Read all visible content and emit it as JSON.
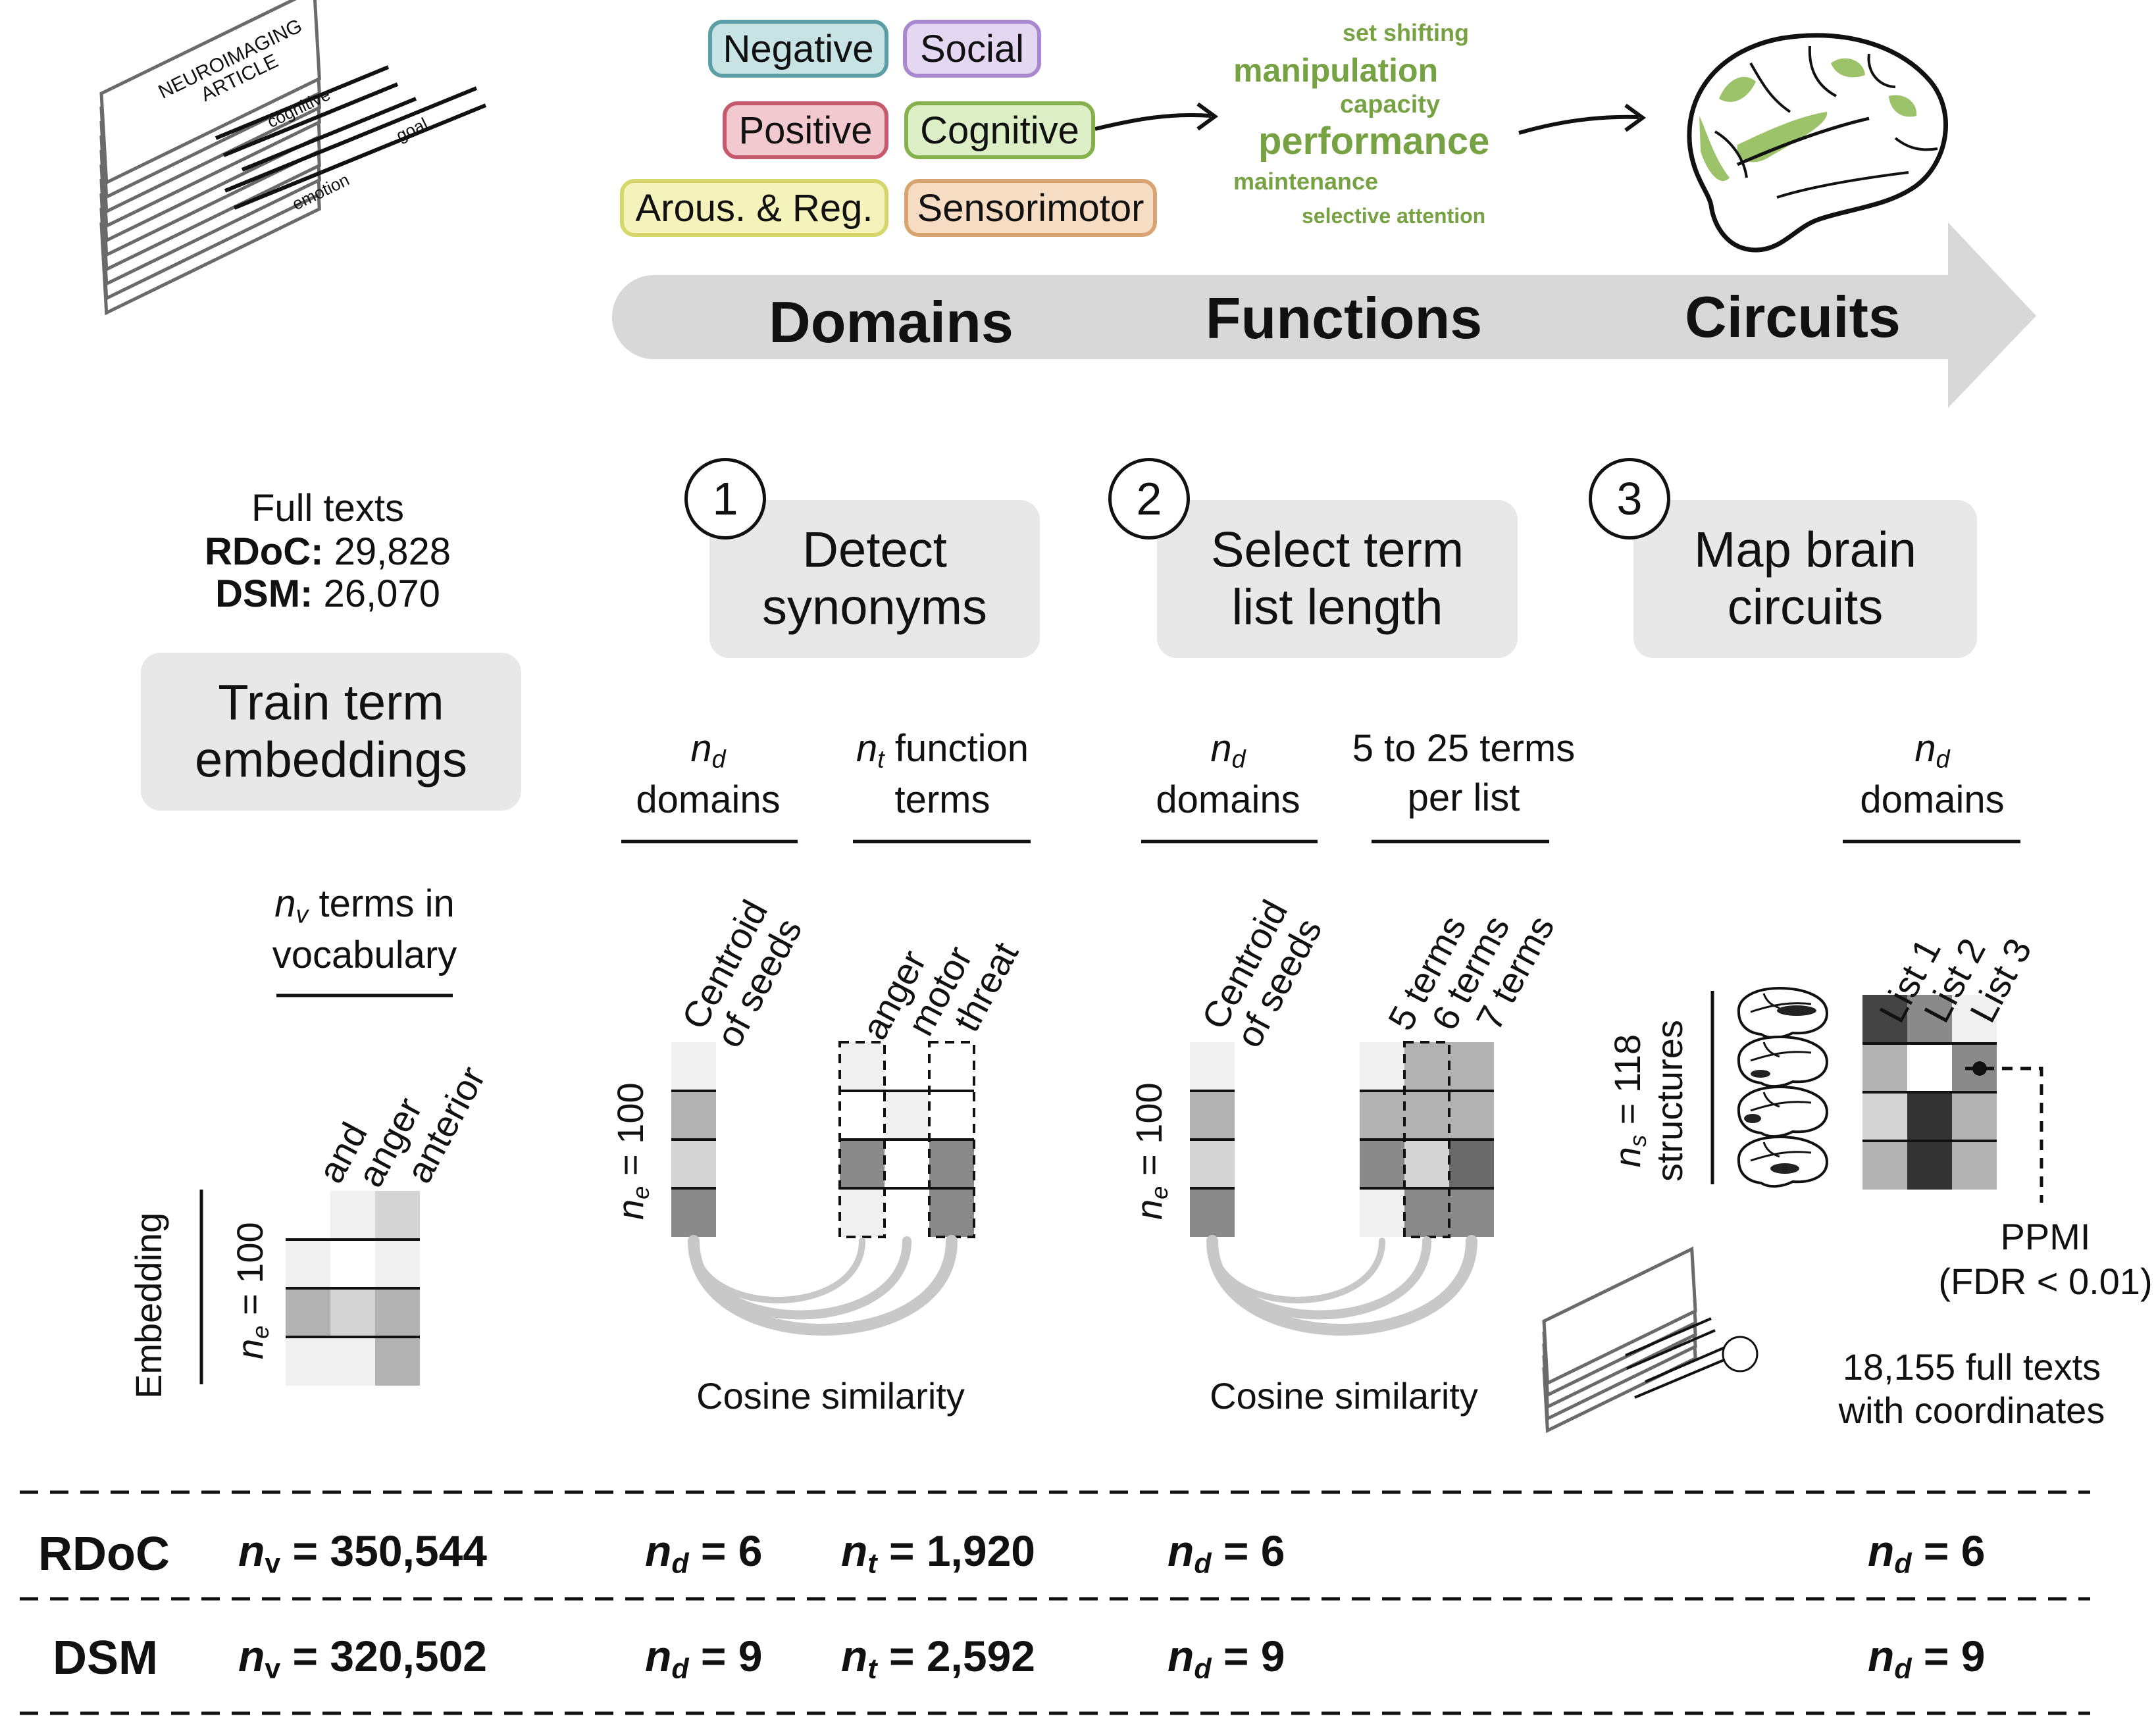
{
  "domain_tags": [
    {
      "label": "Negative",
      "color": "#5b9ea6",
      "fill": "#c7e3e4"
    },
    {
      "label": "Social",
      "color": "#a988cf",
      "fill": "#e3d7f2"
    },
    {
      "label": "Positive",
      "color": "#c45a6b",
      "fill": "#f2c9cf"
    },
    {
      "label": "Cognitive",
      "color": "#86b24e",
      "fill": "#dcefc6"
    },
    {
      "label": "Arous. & Reg.",
      "color": "#d7d66a",
      "fill": "#f3f3bb"
    },
    {
      "label": "Sensorimotor",
      "color": "#d8a572",
      "fill": "#f6dcc3"
    }
  ],
  "word_cloud": [
    "set shifting",
    "manipulation",
    "capacity",
    "performance",
    "maintenance",
    "selective attention"
  ],
  "word_cloud_color": "#77a243",
  "brain_highlight_color": "#9cc26a",
  "arrow_labels": {
    "domains": "Domains",
    "functions": "Functions",
    "circuits": "Circuits"
  },
  "doc_stack": {
    "title_line1": "NEUROIMAGING",
    "title_line2": "ARTICLE",
    "words": [
      "cognitive",
      "goal",
      "emotion"
    ]
  },
  "corpus": {
    "title": "Full texts",
    "rdoc_label": "RDoC:",
    "rdoc_value": "29,828",
    "dsm_label": "DSM:",
    "dsm_value": "26,070"
  },
  "train_box": {
    "line1": "Train term",
    "line2": "embeddings"
  },
  "steps": [
    {
      "number": "1",
      "line1": "Detect",
      "line2": "synonyms"
    },
    {
      "number": "2",
      "line1": "Select term",
      "line2": "list length"
    },
    {
      "number": "3",
      "line1": "Map brain",
      "line2": "circuits"
    }
  ],
  "embedding": {
    "header_sym": "n",
    "header_sub": "v",
    "header_rest": " terms in",
    "header_line2": "vocabulary",
    "col_labels": [
      "and",
      "anger",
      "anterior"
    ],
    "side_label": "Embedding",
    "ne_sym": "n",
    "ne_sub": "e",
    "ne_rest": " = 100",
    "matrix": [
      [
        0,
        1,
        2
      ],
      [
        1,
        0,
        1
      ],
      [
        3,
        2,
        3
      ],
      [
        1,
        1,
        3
      ]
    ]
  },
  "step1": {
    "domains_sym": "n",
    "domains_sub": "d",
    "domains_line2": "domains",
    "terms_sym": "n",
    "terms_sub": "t",
    "terms_rest": " function",
    "terms_line2": "terms",
    "centroid_line1": "Centroid",
    "centroid_line2": "of seeds",
    "term_labels": [
      "anger",
      "motor",
      "threat"
    ],
    "ne_sym": "n",
    "ne_sub": "e",
    "ne_rest": " = 100",
    "centroid_col": [
      1,
      3,
      2,
      4
    ],
    "term_matrix": [
      [
        1,
        0,
        0
      ],
      [
        0,
        1,
        0
      ],
      [
        4,
        0,
        4
      ],
      [
        1,
        0,
        4
      ]
    ],
    "caption": "Cosine similarity"
  },
  "step2": {
    "domains_sym": "n",
    "domains_sub": "d",
    "domains_line2": "domains",
    "terms_line1": "5 to 25 terms",
    "terms_line2": "per list",
    "centroid_line1": "Centroid",
    "centroid_line2": "of seeds",
    "term_labels": [
      "5 terms",
      "6 terms",
      "7 terms"
    ],
    "ne_sym": "n",
    "ne_sub": "e",
    "ne_rest": " = 100",
    "centroid_col": [
      1,
      3,
      2,
      4
    ],
    "term_matrix": [
      [
        1,
        3,
        3
      ],
      [
        3,
        3,
        3
      ],
      [
        4,
        2,
        5
      ],
      [
        1,
        4,
        4
      ]
    ],
    "caption": "Cosine similarity"
  },
  "step3": {
    "domains_sym": "n",
    "domains_sub": "d",
    "domains_line2": "domains",
    "list_labels": [
      "List 1",
      "List 2",
      "List 3"
    ],
    "ns_sym": "n",
    "ns_sub": "s",
    "ns_rest": " = 118",
    "ns_line2": "structures",
    "matrix": [
      [
        6,
        4,
        1
      ],
      [
        3,
        0,
        4
      ],
      [
        2,
        7,
        3
      ],
      [
        3,
        7,
        3
      ]
    ],
    "ppmi_line1": "PPMI",
    "ppmi_line2": "(FDR < 0.01)",
    "coords_line1": "18,155 full texts",
    "coords_line2": "with coordinates"
  },
  "summary": {
    "rows": [
      {
        "name": "RDoC",
        "nv": "350,544",
        "nd1": "6",
        "nt": "1,920",
        "nd2": "6",
        "nd3": "6"
      },
      {
        "name": "DSM",
        "nv": "320,502",
        "nd1": "9",
        "nt": "2,592",
        "nd2": "9",
        "nd3": "9"
      }
    ],
    "nv_sym": "n",
    "nv_sub": "v",
    "nd_sym": "n",
    "nd_sub": "d",
    "nt_sym": "n",
    "nt_sub": "t",
    "eq": " = "
  }
}
